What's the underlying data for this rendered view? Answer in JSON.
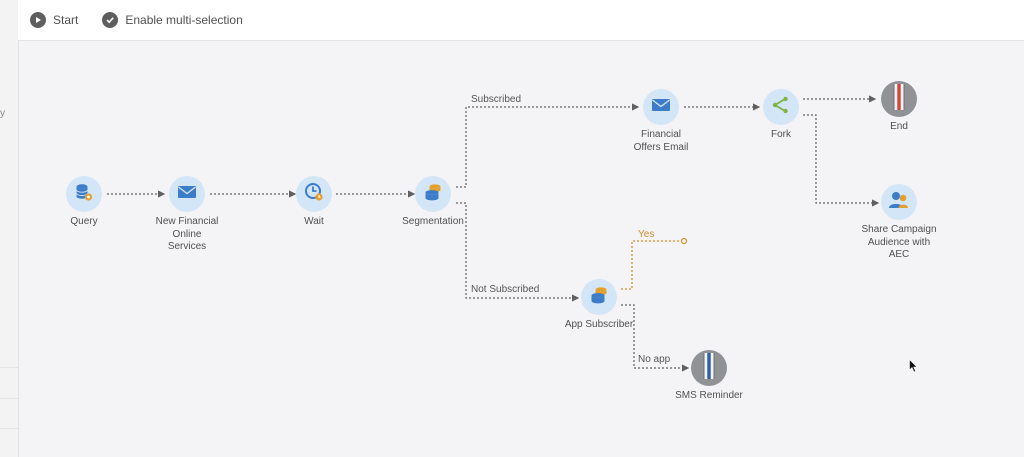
{
  "toolbar": {
    "start_label": "Start",
    "multiselect_label": "Enable multi-selection"
  },
  "sidebar": {
    "fragment": "y"
  },
  "nodes": {
    "query": "Query",
    "new_financial": "New Financial\nOnline\nServices",
    "wait": "Wait",
    "segmentation": "Segmentation",
    "financial_email": "Financial\nOffers Email",
    "fork": "Fork",
    "end": "End",
    "share_aec": "Share Campaign\nAudience with\nAEC",
    "app_subscriber": "App Subscriber",
    "sms_reminder": "SMS Reminder"
  },
  "edges": {
    "subscribed": "Subscribed",
    "not_subscribed": "Not Subscribed",
    "yes": "Yes",
    "no_app": "No app"
  },
  "colors": {
    "node_fill": "#d3e6f7",
    "icon_blue": "#3d7cc9",
    "badge_orange": "#e4a02c",
    "fork_green": "#7fb342",
    "end_gray": "#909296",
    "end_red": "#d0463c",
    "link": "#606060",
    "yes_link": "#d58d2a"
  },
  "icons": {
    "start": "play-icon",
    "multiselect": "checkmark-icon",
    "query": "database-query-icon",
    "email": "envelope-icon",
    "wait": "clock-icon",
    "segmentation": "segmentation-icon",
    "fork": "fork-icon",
    "end": "end-icon",
    "share": "audience-share-icon",
    "app": "app-subscriber-icon",
    "cursor": "mouse-cursor-icon"
  }
}
